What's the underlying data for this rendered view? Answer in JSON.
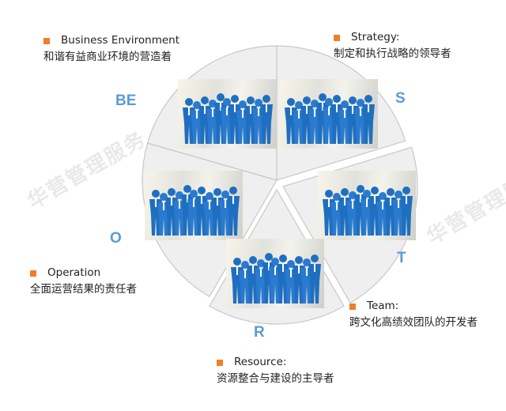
{
  "watermark": "华营管理服务",
  "colors": {
    "letter": "#5b9bd5",
    "bullet": "#f07f2a",
    "pie": "#efefef",
    "people": "#1f6fc0"
  },
  "segments": [
    {
      "key": "BE",
      "letter": "BE",
      "title": "Business  Environment",
      "desc": "和谐有益商业环境的营造着"
    },
    {
      "key": "S",
      "letter": "S",
      "title": "Strategy:",
      "desc": "制定和执行战略的领导者"
    },
    {
      "key": "T",
      "letter": "T",
      "title": "Team:",
      "desc": "跨文化高绩效团队的开发者"
    },
    {
      "key": "R",
      "letter": "R",
      "title": "Resource:",
      "desc": "资源整合与建设的主导者"
    },
    {
      "key": "O",
      "letter": "O",
      "title": "Operation",
      "desc": "全面运营结果的责任者"
    }
  ]
}
